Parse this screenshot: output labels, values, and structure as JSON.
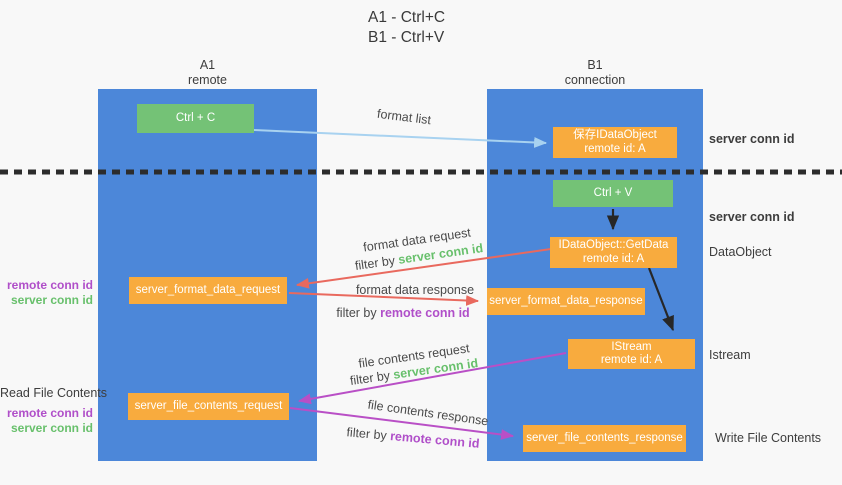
{
  "title": {
    "line1": "A1 - Ctrl+C",
    "line2": "B1 - Ctrl+V"
  },
  "left_column": {
    "header_top": "A1",
    "header_bottom": "remote"
  },
  "right_column": {
    "header_top": "B1",
    "header_bottom": "connection"
  },
  "boxes": {
    "ctrl_c": "Ctrl + C",
    "save_idataobject_line1": "保存IDataObject",
    "save_idataobject_line2": "remote id: A",
    "ctrl_v": "Ctrl + V",
    "getdata_line1": "IDataObject::GetData",
    "getdata_line2": "remote id: A",
    "format_request": "server_format_data_request",
    "format_response": "server_format_data_response",
    "istream_line1": "IStream",
    "istream_line2": "remote id: A",
    "file_request": "server_file_contents_request",
    "file_response": "server_file_contents_response"
  },
  "flow_labels": {
    "format_list": "format list",
    "format_data_request": "format data request",
    "format_data_response": "format data response",
    "file_contents_request": "file contents request",
    "file_contents_response": "file contents response",
    "filter_by": "filter by ",
    "server_conn_id": "server conn id",
    "remote_conn_id": "remote conn id"
  },
  "side_labels": {
    "server_conn_id": "server conn id",
    "remote_conn_id": "remote conn id",
    "data_object": "DataObject",
    "istream": "Istream",
    "read_file_contents": "Read File Contents",
    "write_file_contents": "Write File Contents"
  },
  "colors": {
    "background": "#f8f8f8",
    "column_blue": "#4c87d9",
    "box_green": "#74c276",
    "box_orange": "#f8ab3e",
    "arrow_light_blue": "#a8d2f0",
    "arrow_red": "#e9695e",
    "arrow_magenta": "#b94fc6",
    "arrow_black": "#272727",
    "text_green": "#68c06c",
    "text_purple": "#b04fc9",
    "text_dark": "#3d3d3d"
  }
}
